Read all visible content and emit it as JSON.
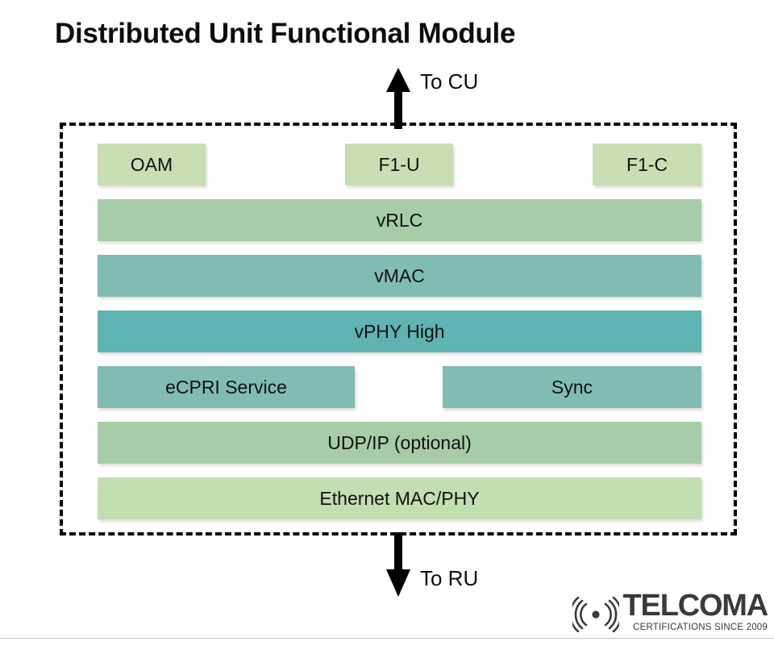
{
  "slide": {
    "title": "Distributed Unit Functional Module",
    "background_color": "#ffffff"
  },
  "connectors": {
    "top": {
      "label": "To CU",
      "direction": "up",
      "icon": "arrow-up-icon"
    },
    "bottom": {
      "label": "To RU",
      "direction": "down",
      "icon": "arrow-down-icon"
    }
  },
  "module_box": {
    "border_style": "dashed",
    "border_color": "#000000"
  },
  "diagram": {
    "type": "layered-stack",
    "rows": [
      {
        "id": "row-top",
        "blocks": [
          {
            "label": "OAM",
            "color": "#c7dfb2"
          },
          {
            "label": "F1-U",
            "color": "#c7dfb2"
          },
          {
            "label": "F1-C",
            "color": "#c7dfb2"
          }
        ]
      },
      {
        "id": "row-vrlc",
        "blocks": [
          {
            "label": "vRLC",
            "color": "#a6cca8"
          }
        ]
      },
      {
        "id": "row-vmac",
        "blocks": [
          {
            "label": "vMAC",
            "color": "#80bcb3"
          }
        ]
      },
      {
        "id": "row-vphy",
        "blocks": [
          {
            "label": "vPHY High",
            "color": "#5fb3b3"
          }
        ]
      },
      {
        "id": "row-ecpri",
        "blocks": [
          {
            "label": "eCPRI Service",
            "color": "#80bcb3"
          },
          {
            "label": "Sync",
            "color": "#80bcb3"
          }
        ]
      },
      {
        "id": "row-udp",
        "blocks": [
          {
            "label": "UDP/IP (optional)",
            "color": "#a6cca8"
          }
        ]
      },
      {
        "id": "row-eth",
        "blocks": [
          {
            "label": "Ethernet MAC/PHY",
            "color": "#c3deb0"
          }
        ]
      }
    ]
  },
  "logo": {
    "word": "TELCOMA",
    "tagline": "CERTIFICATIONS SINCE 2009",
    "icon": "signal-waves-icon",
    "color": "#3a3a3a"
  }
}
